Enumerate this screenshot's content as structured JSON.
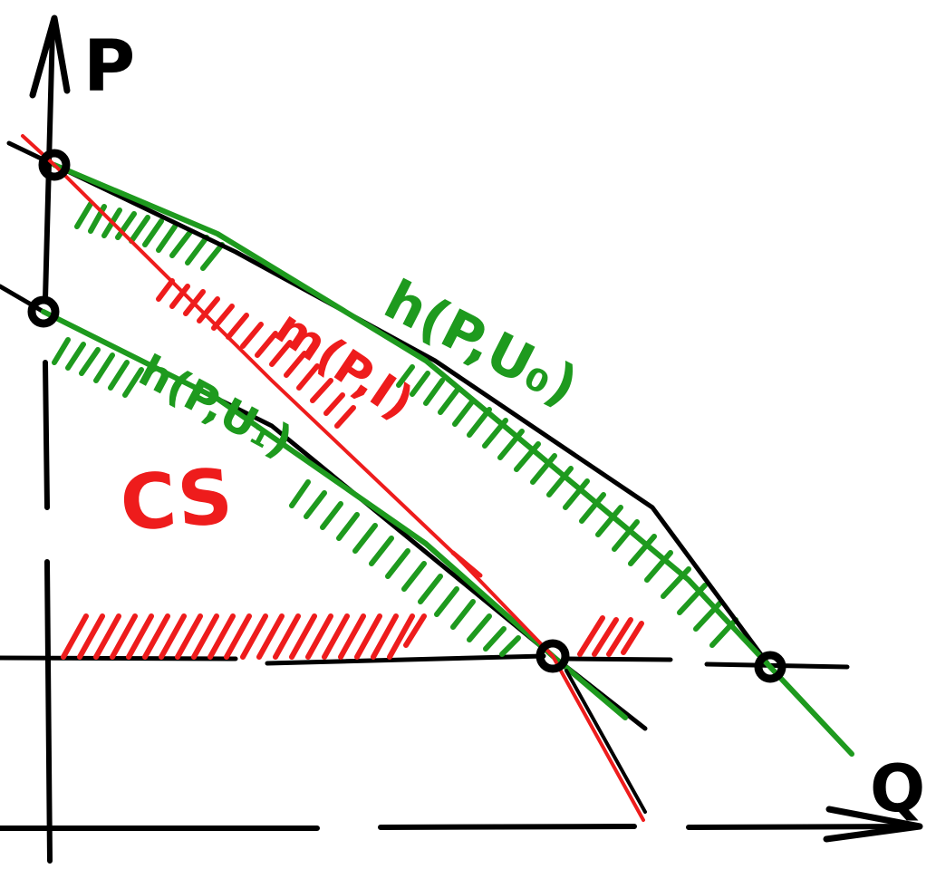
{
  "axes": {
    "y_label": "P",
    "x_label": "Q"
  },
  "curves": [
    {
      "id": "h0",
      "label": "h(P,U₀)"
    },
    {
      "id": "h1",
      "label": "h(P,U₁)"
    },
    {
      "id": "m",
      "label": "m(P,I)"
    }
  ],
  "annotations": {
    "consumer_surplus": "CS"
  },
  "colors": {
    "axis": "#000000",
    "hicksian": "#1e9a1e",
    "marshallian": "#ee1c1c",
    "background": "#ffffff"
  }
}
